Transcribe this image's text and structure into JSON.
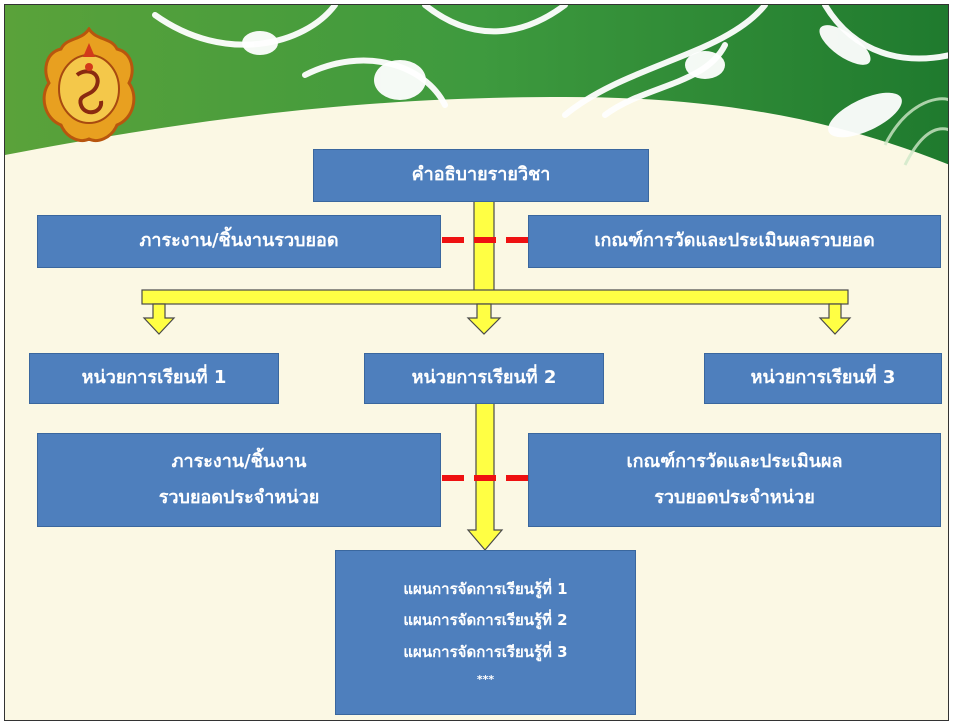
{
  "colors": {
    "box_fill": "#4e7fbd",
    "box_border": "#3a679e",
    "box_text": "#ffffff",
    "arrow_fill": "#ffff44",
    "arrow_stroke": "#4a4a4a",
    "dash_link": "#ee1111",
    "header_green": "#2e8a2e",
    "background": "#fbf8e4"
  },
  "diagram": {
    "course_description": "คำอธิบายรายวิชา",
    "overall_workload": "ภาระงาน/ชิ้นงานรวบยอด",
    "overall_criteria": "เกณฑ์การวัดและประเมินผลรวบยอด",
    "unit_1": "หน่วยการเรียนที่ 1",
    "unit_2": "หน่วยการเรียนที่ 2",
    "unit_3": "หน่วยการเรียนที่ 3",
    "unit_workload": [
      "ภาระงาน/ชิ้นงาน",
      "รวบยอดประจำหน่วย"
    ],
    "unit_criteria": [
      "เกณฑ์การวัดและประเมินผล",
      "รวบยอดประจำหน่วย"
    ],
    "lesson_plans": [
      "แผนการจัดการเรียนรู้ที่ 1",
      "แผนการจัดการเรียนรู้ที่ 2",
      "แผนการจัดการเรียนรู้ที่ 3",
      "***"
    ]
  },
  "icons": {
    "emblem": "emblem-icon",
    "arrow": "down-arrow-icon"
  }
}
